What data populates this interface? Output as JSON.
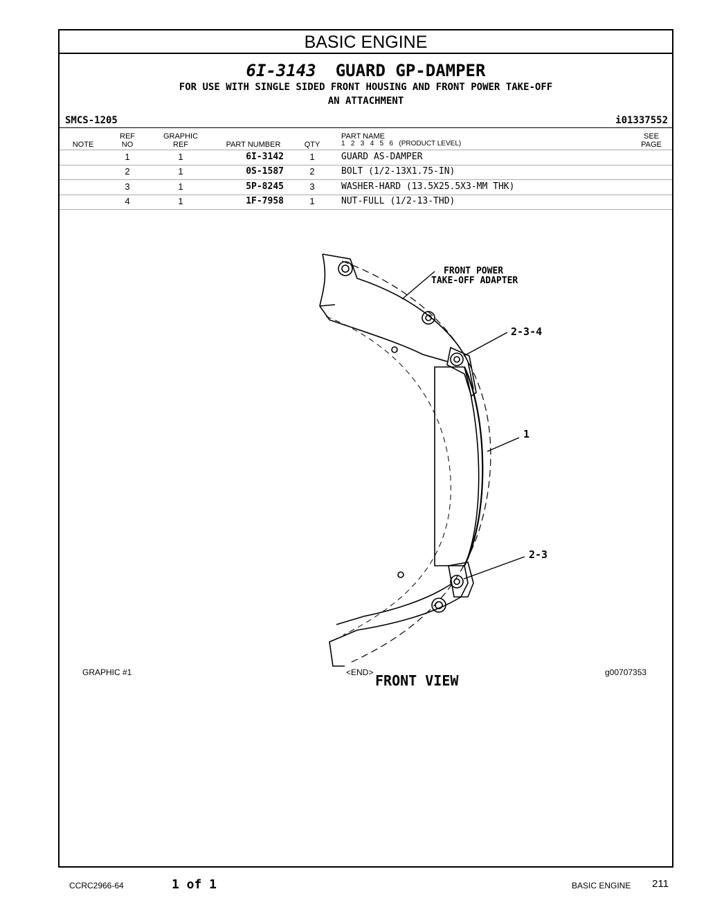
{
  "header": {
    "section": "BASIC ENGINE"
  },
  "title": {
    "part_number": "6I-3143",
    "name": "GUARD GP-DAMPER",
    "line1": "FOR USE WITH SINGLE SIDED FRONT HOUSING AND FRONT POWER TAKE-OFF",
    "line2": "AN ATTACHMENT"
  },
  "smcs": "SMCS-1205",
  "illustration_id": "i01337552",
  "columns": {
    "note": "NOTE",
    "ref_top": "REF",
    "ref_bottom": "NO",
    "graphic_top": "GRAPHIC",
    "graphic_bottom": "REF",
    "part_number": "PART NUMBER",
    "qty": "QTY",
    "part_name": "PART NAME",
    "levels": "1   2   3   4   5   6   (PRODUCT LEVEL)",
    "see_top": "SEE",
    "see_bottom": "PAGE"
  },
  "parts": [
    {
      "ref": "1",
      "graphic": "1",
      "part_number": "6I-3142",
      "qty": "1",
      "name": "GUARD AS-DAMPER"
    },
    {
      "ref": "2",
      "graphic": "1",
      "part_number": "0S-1587",
      "qty": "2",
      "name": "BOLT (1/2-13X1.75-IN)"
    },
    {
      "ref": "3",
      "graphic": "1",
      "part_number": "5P-8245",
      "qty": "3",
      "name": "WASHER-HARD (13.5X25.5X3-MM THK)"
    },
    {
      "ref": "4",
      "graphic": "1",
      "part_number": "1F-7958",
      "qty": "1",
      "name": "NUT-FULL (1/2-13-THD)"
    }
  ],
  "drawing": {
    "callout_adapter_1": "FRONT POWER",
    "callout_adapter_2": "TAKE-OFF ADAPTER",
    "callout_234": "2-3-4",
    "callout_1": "1",
    "callout_23": "2-3",
    "view_label": "FRONT VIEW"
  },
  "graphic_footer": {
    "graphic": "GRAPHIC #1",
    "end": "<END>",
    "graphic_id": "g00707353"
  },
  "page_footer": {
    "doc_id": "CCRC2966-64",
    "pages": "1 of 1",
    "section": "BASIC ENGINE",
    "page_number": "211"
  }
}
